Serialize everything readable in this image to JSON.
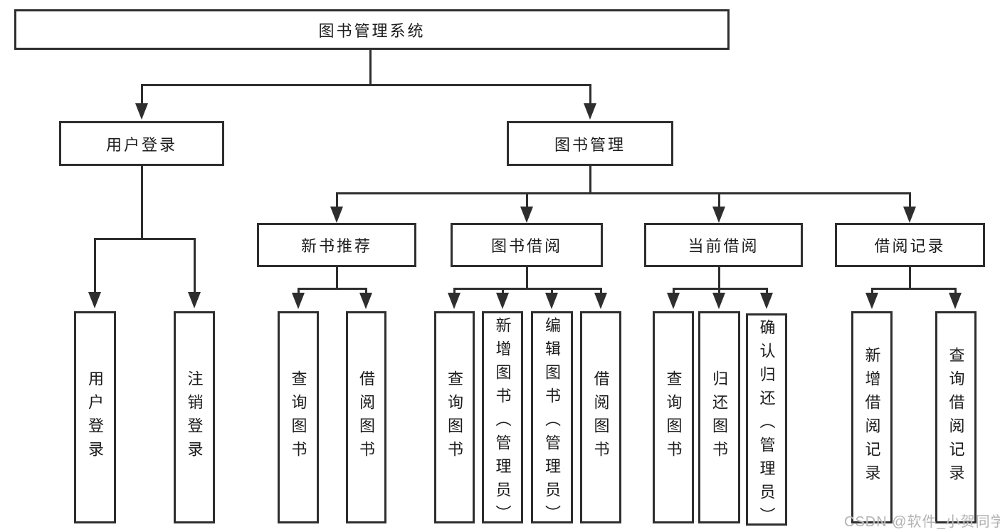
{
  "diagram_type": "hierarchy-tree",
  "hierarchy": {
    "label": "图书管理系统",
    "children": [
      {
        "label": "用户登录",
        "children": [
          {
            "label": "用户登录"
          },
          {
            "label": "注销登录"
          }
        ]
      },
      {
        "label": "图书管理",
        "children": [
          {
            "label": "新书推荐",
            "children": [
              {
                "label": "查询图书"
              },
              {
                "label": "借阅图书"
              }
            ]
          },
          {
            "label": "图书借阅",
            "children": [
              {
                "label": "查询图书"
              },
              {
                "label": "新增图书（管理员）"
              },
              {
                "label": "编辑图书（管理员）"
              },
              {
                "label": "借阅图书"
              }
            ]
          },
          {
            "label": "当前借阅",
            "children": [
              {
                "label": "查询图书"
              },
              {
                "label": "归还图书"
              },
              {
                "label": "确认归还（管理员）"
              }
            ]
          },
          {
            "label": "借阅记录",
            "children": [
              {
                "label": "新增借阅记录"
              },
              {
                "label": "查询借阅记录"
              }
            ]
          }
        ]
      }
    ]
  },
  "watermark": {
    "text": "CSDN @软件_小贺同学"
  },
  "colors": {
    "line": "#2e2e2e",
    "node_border": "#2e2e2e",
    "node_fill": "#ffffff",
    "text": "#1c1c1c",
    "watermark": "#b3b3b3",
    "background": "#ffffff"
  }
}
